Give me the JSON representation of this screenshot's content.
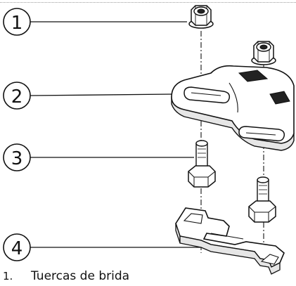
{
  "callouts": [
    {
      "label": "1"
    },
    {
      "label": "2"
    },
    {
      "label": "3"
    },
    {
      "label": "4"
    }
  ],
  "caption": {
    "number": "1.",
    "text": "Tuercas de brida"
  },
  "colors": {
    "line": "#111111",
    "fill_light": "#ffffff",
    "fill_shade": "#e6e6e6",
    "fill_dark": "#222222"
  }
}
